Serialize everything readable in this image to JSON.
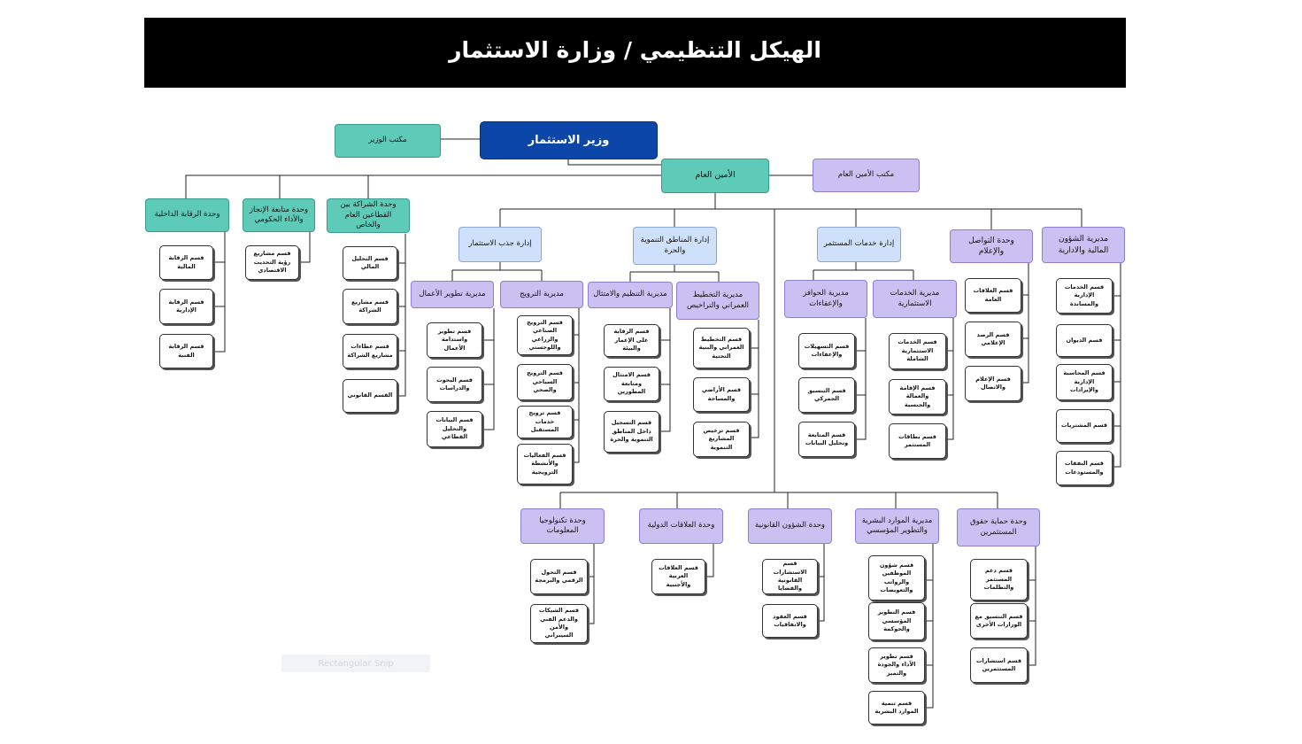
{
  "title": "الهيكل التنظيمي / وزارة الاستثمار",
  "nodes": {
    "minister": "وزير الاستثمار",
    "minister_office": "مكتب الوزير",
    "secretary_general": "الأمين العام",
    "sg_office": "مكتب الأمين العام",
    "partnership_unit": "وحدة الشراكة بين القطاعين العام والخاص",
    "followup_unit": "وحدة متابعة الإنجاز والأداء الحكومي",
    "internal_audit_unit": "وحدة الرقابة الداخلية",
    "investment_attraction": "إدارة جذب الاستثمار",
    "dev_zones": "إدارة المناطق التنموية والحرة",
    "investor_services": "إدارة خدمات المستثمر",
    "communication_unit": "وحدة التواصل والإعلام",
    "finance_admin": "مديرية الشؤون المالية والادارية",
    "business_dev": "مديرية تطوير الأعمال",
    "promotion": "مديرية الترويج",
    "regulation": "مديرية التنظيم والامتثال",
    "urban_planning": "مديرية التخطيط العمراني والتراخيص",
    "incentives": "مديرية الحوافز والإعفاءات",
    "investment_services_dir": "مديرية الخدمات الاستثمارية",
    "it_unit": "وحدة تكنولوجيا المعلومات",
    "intl_relations_unit": "وحدة العلاقات الدولية",
    "legal_unit": "وحدة الشؤون القانونية",
    "hr_dir": "مديرية الموارد البشرية والتطوير المؤسسي",
    "investor_rights_unit": "وحدة حماية حقوق المستثمرين"
  },
  "sections": {
    "internal_audit": [
      "قسم الرقابة المالية",
      "قسم الرقابة الإدارية",
      "قسم الرقابة الفنية"
    ],
    "followup": [
      "قسم مشاريع رؤية التحديث الاقتصادي"
    ],
    "partnership": [
      "قسم التحليل المالي",
      "قسم مشاريع الشراكة",
      "قسم عطاءات مشاريع الشراكة",
      "القسم القانوني"
    ],
    "business_dev": [
      "قسم تطوير واستدامة الأعمال",
      "قسم البحوث والدراسات",
      "قسم البيانات والتحليل القطاعي"
    ],
    "promotion": [
      "قسم الترويج الصناعي والزراعي واللوجستي",
      "قسم الترويج السياحي والصحي",
      "قسم ترويج خدمات المستقبل",
      "قسم الفعاليات والأنشطة الترويجية"
    ],
    "regulation": [
      "قسم الرقابة على الإعمار والبيئة",
      "قسم الامتثال ومتابعة المطورين",
      "قسم التسجيل داخل المناطق التنموية والحرة"
    ],
    "urban_planning": [
      "قسم التخطيط العمراني والبنية التحتية",
      "قسم الأراضي والمساحة",
      "قسم ترخيص المشاريع التنموية"
    ],
    "incentives": [
      "قسم التسهيلات والإعفاءات",
      "قسم التنسيق الجمركي",
      "قسم المتابعة وتحليل البيانات"
    ],
    "investment_services": [
      "قسم الخدمات الاستثمارية الشاملة",
      "قسم الإقامة والعمالة والجنسية",
      "قسم بطاقات المستثمر"
    ],
    "communication": [
      "قسم العلاقات العامة",
      "قسم الرصد الإعلامي",
      "قسم الإعلام والاتصال"
    ],
    "finance_admin": [
      "قسم الخدمات الإدارية والمساندة",
      "قسم الديوان",
      "قسم المحاسبة الإدارية والإيرادات",
      "قسم المشتريات",
      "قسم النفقات والمستودعات"
    ],
    "it": [
      "قسم التحول الرقمي والبرمجة",
      "قسم الشبكات والدعم الفني والأمن السيبراني"
    ],
    "intl_relations": [
      "قسم العلاقات العربية والأجنبية"
    ],
    "legal": [
      "قسم الاستشارات القانونية والقضايا",
      "قسم العقود والاتفاقيات"
    ],
    "hr": [
      "قسم شؤون الموظفين والرواتب والتعويضات",
      "قسم التطوير المؤسسي والحوكمة",
      "قسم تطوير الأداء والجودة والتميز",
      "قسم تنمية الموارد البشرية"
    ],
    "investor_rights": [
      "قسم دعم المستثمر والتظلمات",
      "قسم التنسيق مع الوزارات الأخرى",
      "قسم استشارات المستثمرين"
    ]
  },
  "ghost_label": "Rectangular Snip",
  "colors": {
    "banner": "#000000",
    "minister": "#0b46a8",
    "teal": "#5ecab8",
    "lavender": "#cbc0f2",
    "light_blue": "#cfe0fb",
    "section": "#ffffff"
  }
}
